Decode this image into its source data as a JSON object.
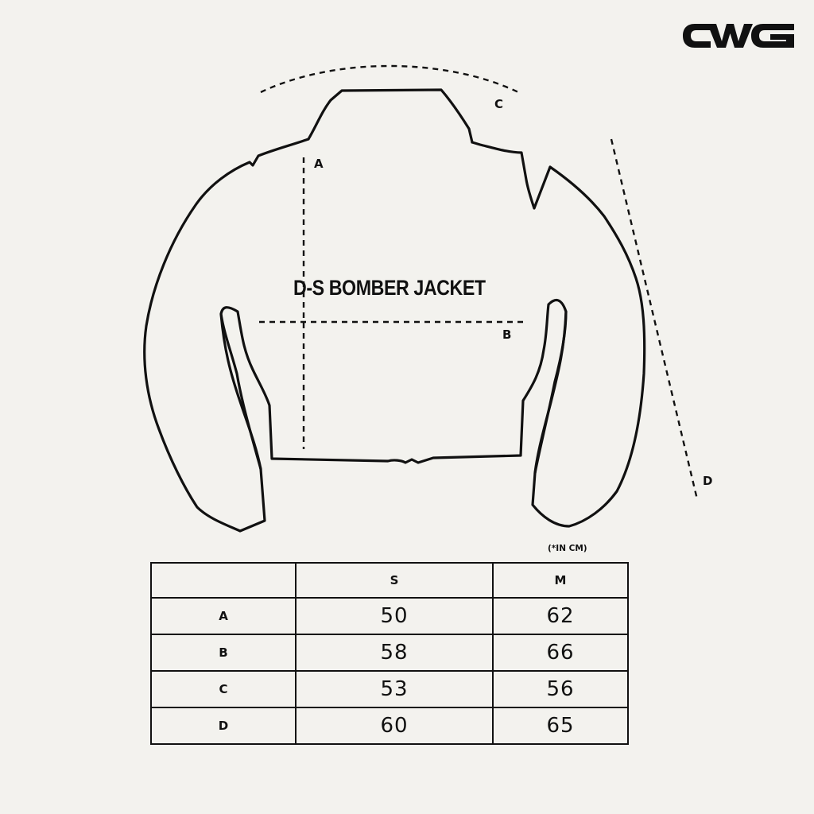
{
  "brand": {
    "logo_text": "CWG"
  },
  "diagram": {
    "title": "D-S BOMBER JACKET",
    "labels": {
      "a": "A",
      "b": "B",
      "c": "C",
      "d": "D"
    }
  },
  "size_chart": {
    "unit_note": "(*IN CM)",
    "corner": "",
    "sizes": [
      "S",
      "M"
    ],
    "rows": [
      {
        "label": "A",
        "values": [
          "50",
          "62"
        ]
      },
      {
        "label": "B",
        "values": [
          "58",
          "66"
        ]
      },
      {
        "label": "C",
        "values": [
          "53",
          "56"
        ]
      },
      {
        "label": "D",
        "values": [
          "60",
          "65"
        ]
      }
    ]
  },
  "colors": {
    "background": "#f3f2ee",
    "ink": "#111111"
  }
}
